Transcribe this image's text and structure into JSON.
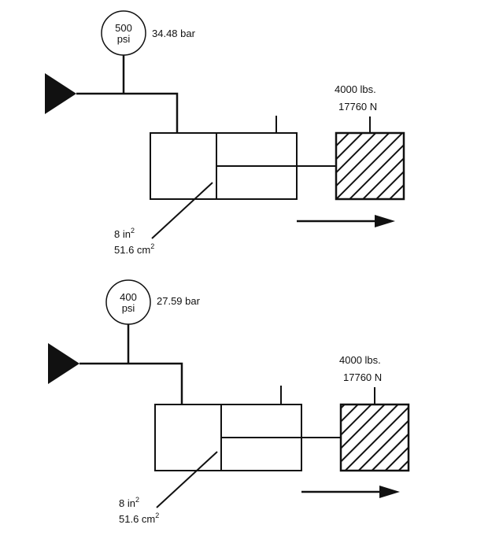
{
  "diagram": {
    "colors": {
      "ink": "#111111",
      "background": "#ffffff"
    },
    "panels": [
      {
        "gauge": {
          "value": "500",
          "unit": "psi"
        },
        "pressure_bar": "34.48 bar",
        "load": {
          "lbs": "4000 lbs.",
          "newtons": "17760 N"
        },
        "area": {
          "line1": "8 in",
          "line1_sup": "2",
          "line2": "51.6 cm",
          "line2_sup": "2"
        },
        "motion": "arrow-right"
      },
      {
        "gauge": {
          "value": "400",
          "unit": "psi"
        },
        "pressure_bar": "27.59 bar",
        "load": {
          "lbs": "4000 lbs.",
          "newtons": "17760 N"
        },
        "area": {
          "line1": "8 in",
          "line1_sup": "2",
          "line2": "51.6 cm",
          "line2_sup": "2"
        },
        "motion": "arrow-right"
      }
    ]
  }
}
